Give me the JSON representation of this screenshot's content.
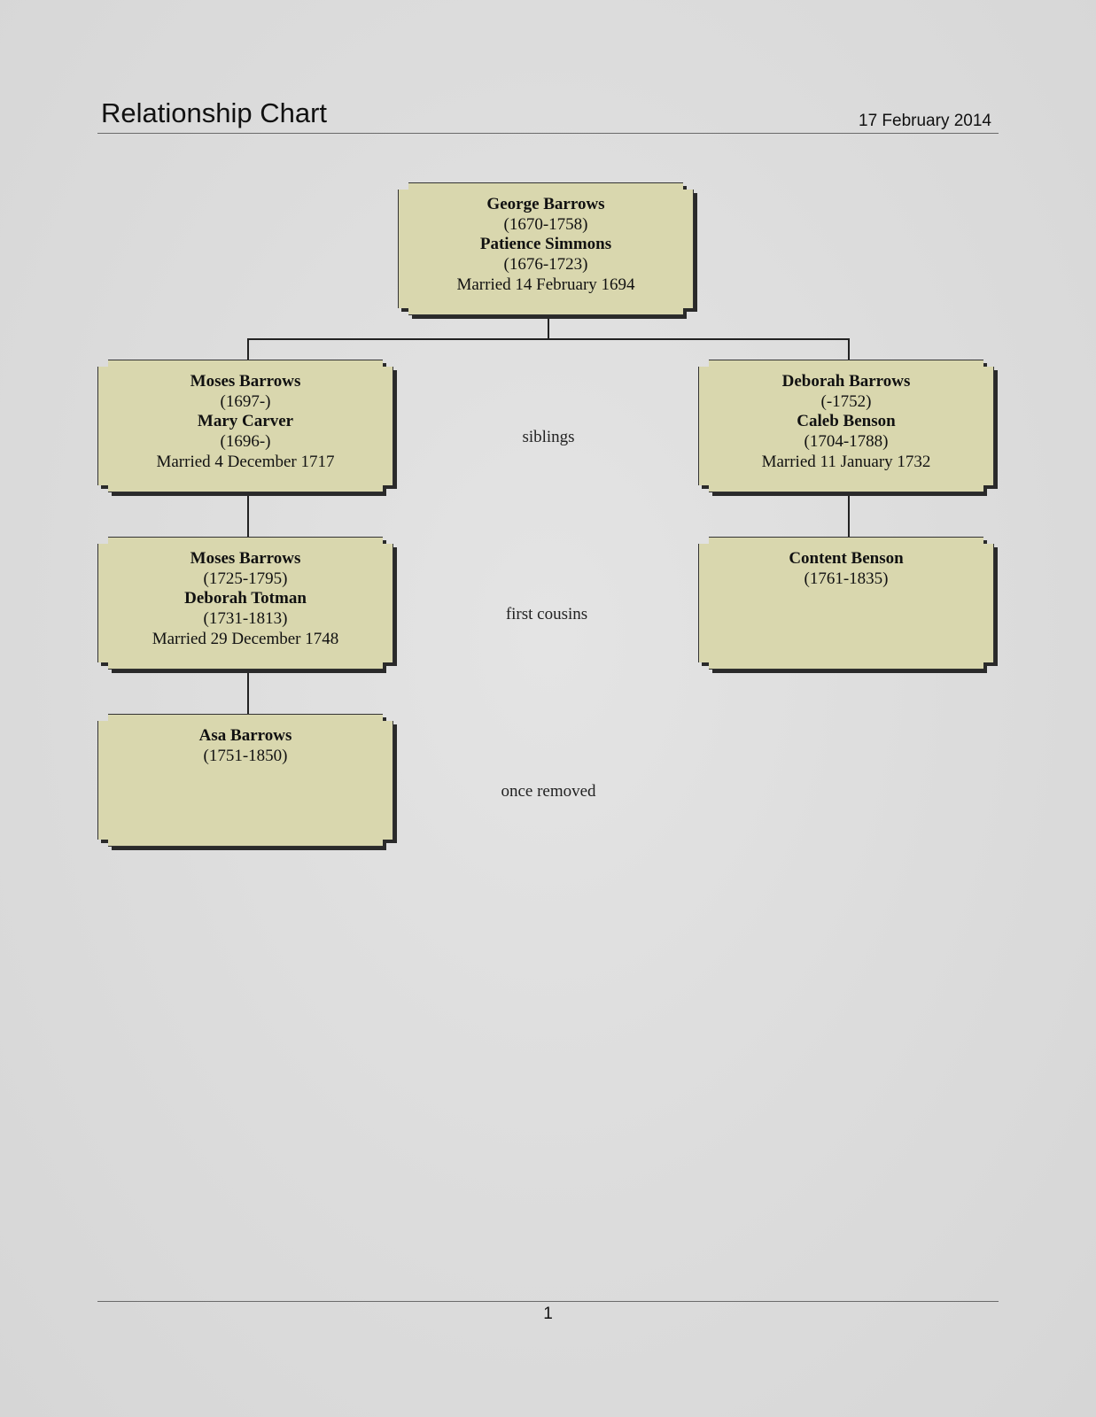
{
  "header": {
    "title": "Relationship Chart",
    "date": "17 February 2014"
  },
  "footer": {
    "page_number": "1"
  },
  "root": {
    "person1": "George Barrows",
    "person1_dates": "(1670-1758)",
    "person2": "Patience Simmons",
    "person2_dates": "(1676-1723)",
    "marriage": "Married 14 February 1694"
  },
  "left_branch": [
    {
      "person1": "Moses Barrows",
      "person1_dates": "(1697-)",
      "person2": "Mary Carver",
      "person2_dates": "(1696-)",
      "marriage": "Married 4 December 1717"
    },
    {
      "person1": "Moses Barrows",
      "person1_dates": "(1725-1795)",
      "person2": "Deborah Totman",
      "person2_dates": "(1731-1813)",
      "marriage": "Married 29 December 1748"
    },
    {
      "person1": "Asa Barrows",
      "person1_dates": "(1751-1850)"
    }
  ],
  "right_branch": [
    {
      "person1": "Deborah Barrows",
      "person1_dates": "(-1752)",
      "person2": "Caleb Benson",
      "person2_dates": "(1704-1788)",
      "marriage": "Married 11 January 1732"
    },
    {
      "person1": "Content Benson",
      "person1_dates": "(1761-1835)"
    }
  ],
  "relationships": [
    "siblings",
    "first cousins",
    "once removed"
  ],
  "colors": {
    "box_fill": "#d9d7ae",
    "box_border": "#333333",
    "background": "#dcdcdc"
  }
}
